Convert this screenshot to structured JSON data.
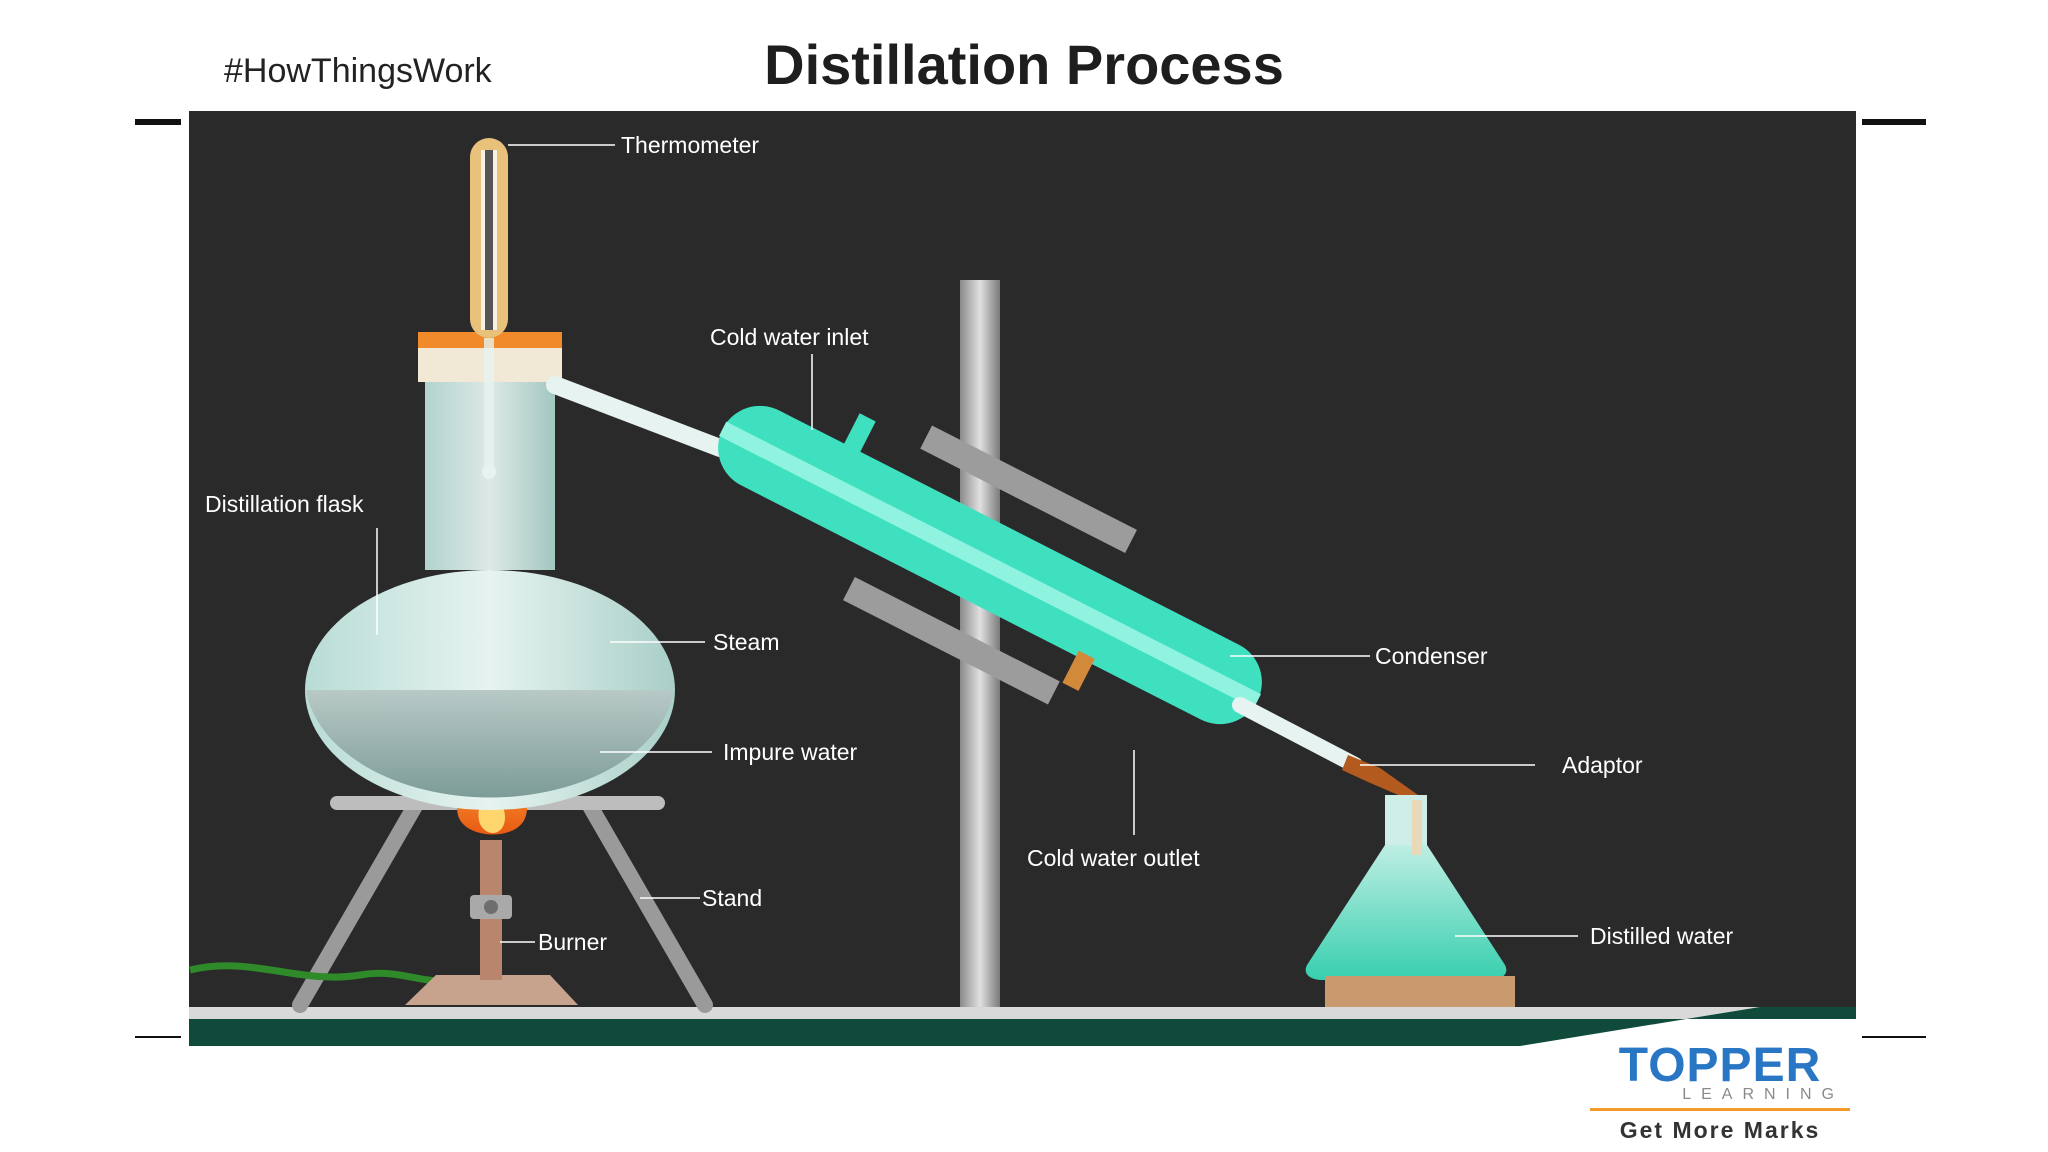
{
  "header": {
    "hashtag": "#HowThingsWork",
    "title": "Distillation Process"
  },
  "labels": {
    "thermometer": "Thermometer",
    "cold_water_inlet": "Cold water inlet",
    "distillation_flask": "Distillation flask",
    "steam": "Steam",
    "condenser": "Condenser",
    "impure_water": "Impure water",
    "adaptor": "Adaptor",
    "cold_water_outlet": "Cold water outlet",
    "stand": "Stand",
    "burner": "Burner",
    "distilled_water": "Distilled water"
  },
  "brand": {
    "name": "TOPPER",
    "sub": "LEARNING",
    "tagline": "Get More Marks"
  },
  "colors": {
    "panel": "#2a2a2a",
    "condenser": "#3fe0c0",
    "flask_glass": "#cfe8e4",
    "brand_blue": "#2876c4",
    "brand_orange": "#f39a2b",
    "base_green": "#0f4a3a"
  }
}
